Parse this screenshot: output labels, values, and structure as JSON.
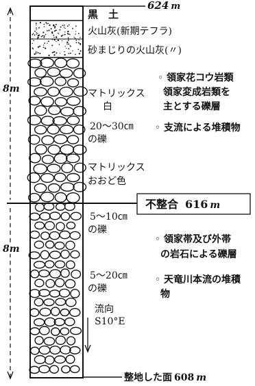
{
  "column": {
    "top_elevation": "624",
    "unit": "m",
    "layers": {
      "black_soil": "黒　土",
      "volcanic_ash": "火山灰(新期テフラ)",
      "sandy_ash": "砂まじりの火山灰(〃)"
    },
    "labels": {
      "matrix_white_1": "マトリックス",
      "matrix_white_2": "白",
      "gravel_20_30_1": "20～30㎝",
      "gravel_20_30_2": "の礫",
      "matrix_brown_1": "マトリックス",
      "matrix_brown_2": "おおど色",
      "gravel_5_10_1": "5～10㎝",
      "gravel_5_10_2": "の礫",
      "gravel_5_20_1": "5～20㎝",
      "gravel_5_20_2": "の礫",
      "flow_1": "流向",
      "flow_2": "S10°E"
    },
    "notes": {
      "note1_line1": "領家花コウ岩類",
      "note1_line2": "領家変成岩類を",
      "note1_line3": "主とする礫層",
      "note2": "支流による堆積物",
      "note3_line1": "領家帯及び外帯",
      "note3_line2": "の岩石による礫層",
      "note4_line1": "天竜川本流の堆積",
      "note4_line2": "物"
    },
    "unconformity": {
      "label": "不整合",
      "elevation": "616",
      "unit": "m"
    },
    "base": {
      "label": "整地した面",
      "elevation": "608",
      "unit": "m"
    },
    "thickness_upper": "8m",
    "thickness_lower": "8m"
  }
}
